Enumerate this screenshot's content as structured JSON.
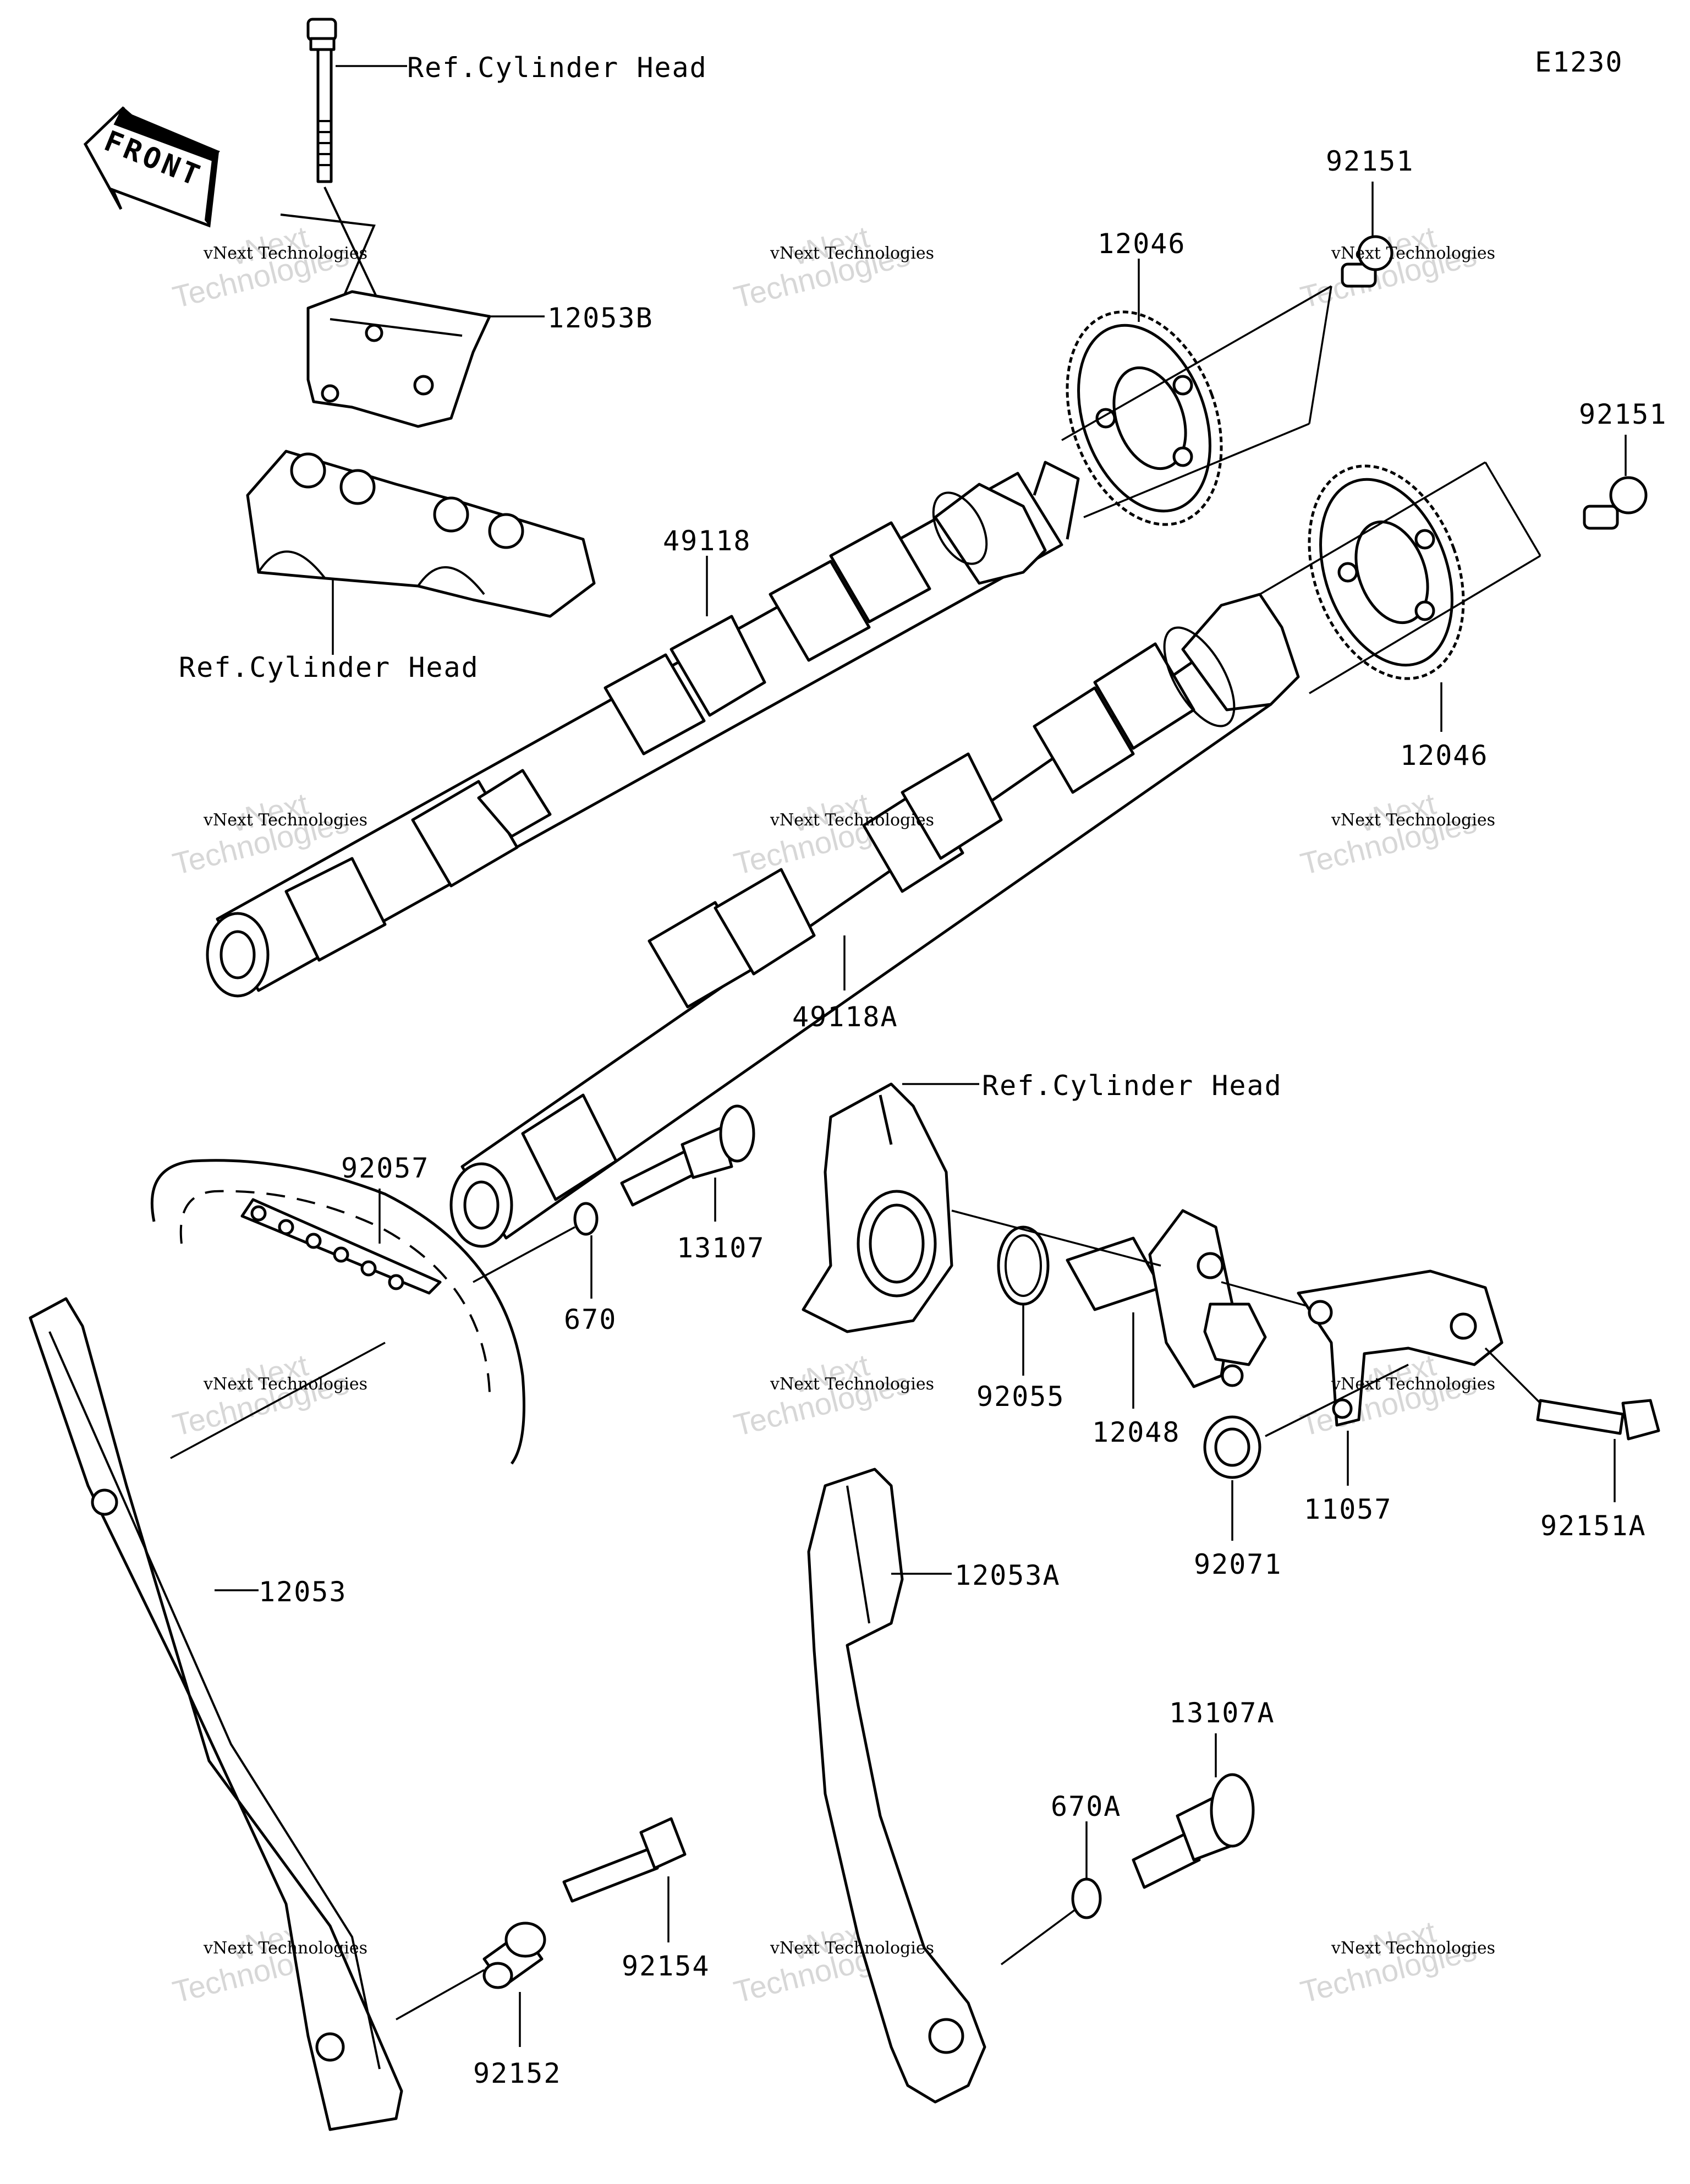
{
  "diagram_code": "E1230",
  "front_label": "FRONT",
  "ref_labels": [
    "Ref.Cylinder Head",
    "Ref.Cylinder Head",
    "Ref.Cylinder Head"
  ],
  "parts": {
    "p12053B": "12053B",
    "p92151_top": "92151",
    "p12046_top": "12046",
    "p92151_right": "92151",
    "p49118": "49118",
    "p12046_bottom": "12046",
    "p49118A": "49118A",
    "p92057": "92057",
    "p670": "670",
    "p13107": "13107",
    "p92055": "92055",
    "p12048": "12048",
    "p11057": "11057",
    "p92151A": "92151A",
    "p92071": "92071",
    "p12053": "12053",
    "p12053A": "12053A",
    "p13107A": "13107A",
    "p670A": "670A",
    "p92154": "92154",
    "p92152": "92152"
  },
  "watermark": {
    "line1": "vNext Technologies",
    "line2": "vNext",
    "line3": "Technologies"
  }
}
